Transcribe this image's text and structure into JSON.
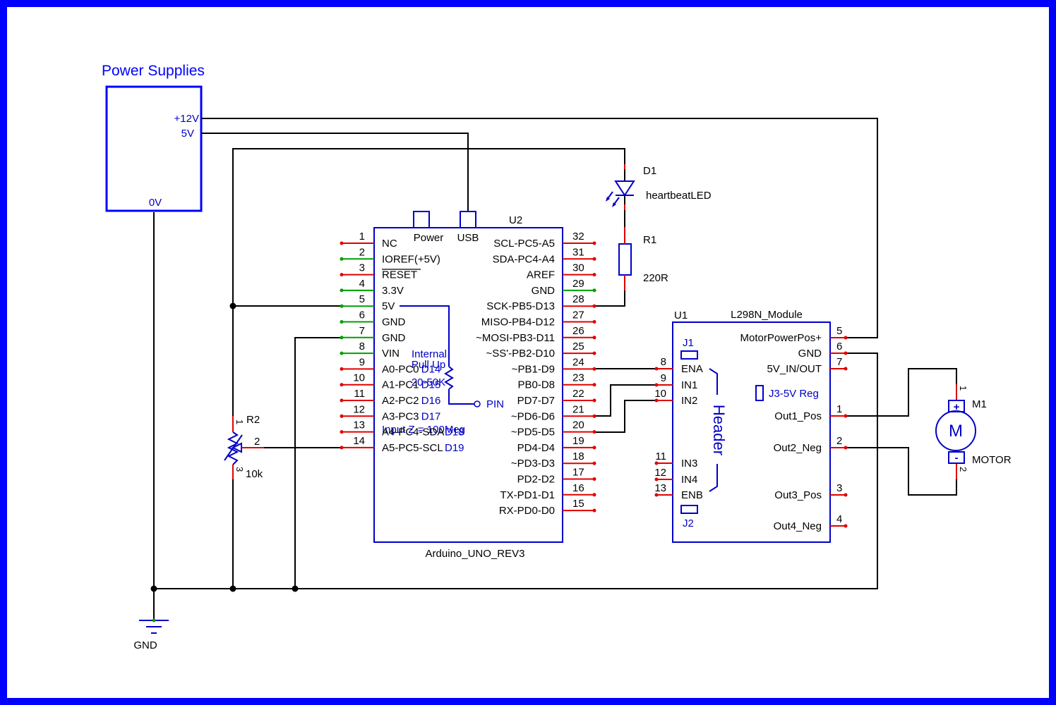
{
  "power": {
    "title": "Power Supplies",
    "v12": "+12V",
    "v5": "5V",
    "v0": "0V"
  },
  "gnd_label": "GND",
  "led": {
    "ref": "D1",
    "name": "heartbeatLED"
  },
  "resistor": {
    "ref": "R1",
    "value": "220R"
  },
  "pot": {
    "ref": "R2",
    "value": "10k",
    "p1": "1",
    "p2": "2",
    "p3": "3"
  },
  "arduino": {
    "ref": "U2",
    "part": "Arduino_UNO_REV3",
    "power_jack": "Power",
    "usb_jack": "USB",
    "input_z": "Input Z = 100Meg",
    "pullup_l1": "Internal",
    "pullup_l2": "Pull Up",
    "pullup_l3": "20-50K",
    "pin_label": "PIN",
    "left_pins": [
      {
        "num": "1",
        "name": "NC",
        "color": "red"
      },
      {
        "num": "2",
        "name": "IOREF(+5V)",
        "color": "green"
      },
      {
        "num": "3",
        "name": "RESET",
        "color": "red"
      },
      {
        "num": "4",
        "name": "3.3V",
        "color": "green"
      },
      {
        "num": "5",
        "name": "5V",
        "color": "green"
      },
      {
        "num": "6",
        "name": "GND",
        "color": "green"
      },
      {
        "num": "7",
        "name": "GND",
        "color": "green"
      },
      {
        "num": "8",
        "name": "VIN",
        "color": "green"
      },
      {
        "num": "9",
        "name": "A0-PC0",
        "alt": "D14",
        "color": "red"
      },
      {
        "num": "10",
        "name": "A1-PC1",
        "alt": "D15",
        "color": "red"
      },
      {
        "num": "11",
        "name": "A2-PC2",
        "alt": "D16",
        "color": "red"
      },
      {
        "num": "12",
        "name": "A3-PC3",
        "alt": "D17",
        "color": "red"
      },
      {
        "num": "13",
        "name": "A4-PC4-SDA",
        "alt": "D18",
        "color": "red"
      },
      {
        "num": "14",
        "name": "A5-PC5-SCL",
        "alt": "D19",
        "color": "red"
      }
    ],
    "right_pins": [
      {
        "num": "32",
        "name": "SCL-PC5-A5",
        "color": "red"
      },
      {
        "num": "31",
        "name": "SDA-PC4-A4",
        "color": "red"
      },
      {
        "num": "30",
        "name": "AREF",
        "color": "red"
      },
      {
        "num": "29",
        "name": "GND",
        "color": "green"
      },
      {
        "num": "28",
        "name": "SCK-PB5-D13",
        "color": "red"
      },
      {
        "num": "27",
        "name": "MISO-PB4-D12",
        "color": "red"
      },
      {
        "num": "26",
        "name": "~MOSI-PB3-D11",
        "color": "red"
      },
      {
        "num": "25",
        "name": "~SS'-PB2-D10",
        "color": "red"
      },
      {
        "num": "24",
        "name": "~PB1-D9",
        "color": "red"
      },
      {
        "num": "23",
        "name": "PB0-D8",
        "color": "red"
      },
      {
        "num": "22",
        "name": "PD7-D7",
        "color": "red"
      },
      {
        "num": "21",
        "name": "~PD6-D6",
        "color": "red"
      },
      {
        "num": "20",
        "name": "~PD5-D5",
        "color": "red"
      },
      {
        "num": "19",
        "name": "PD4-D4",
        "color": "red"
      },
      {
        "num": "18",
        "name": "~PD3-D3",
        "color": "red"
      },
      {
        "num": "17",
        "name": "PD2-D2",
        "color": "red"
      },
      {
        "num": "16",
        "name": "TX-PD1-D1",
        "color": "red"
      },
      {
        "num": "15",
        "name": "RX-PD0-D0",
        "color": "red"
      }
    ]
  },
  "l298n": {
    "ref": "U1",
    "part": "L298N_Module",
    "j1": "J1",
    "j2": "J2",
    "j3": "J3-5V Reg",
    "header": "Header",
    "left_pins": [
      {
        "num": "8",
        "name": "ENA"
      },
      {
        "num": "9",
        "name": "IN1"
      },
      {
        "num": "10",
        "name": "IN2"
      },
      {
        "num": "11",
        "name": "IN3"
      },
      {
        "num": "12",
        "name": "IN4"
      },
      {
        "num": "13",
        "name": "ENB"
      }
    ],
    "right_pins": [
      {
        "num": "5",
        "name": "MotorPowerPos+"
      },
      {
        "num": "6",
        "name": "GND"
      },
      {
        "num": "7",
        "name": "5V_IN/OUT"
      },
      {
        "num": "1",
        "name": "Out1_Pos"
      },
      {
        "num": "2",
        "name": "Out2_Neg"
      },
      {
        "num": "3",
        "name": "Out3_Pos"
      },
      {
        "num": "4",
        "name": "Out4_Neg"
      }
    ]
  },
  "motor": {
    "ref": "M1",
    "label": "MOTOR",
    "symbol": "M",
    "plus": "+",
    "minus": "-",
    "pin1": "1",
    "pin2": "2"
  },
  "colors": {
    "frame": "#0000ff",
    "symbol": "#0000c8",
    "wire": "#000000",
    "pin_red": "#e00000",
    "pin_green": "#00a000"
  }
}
